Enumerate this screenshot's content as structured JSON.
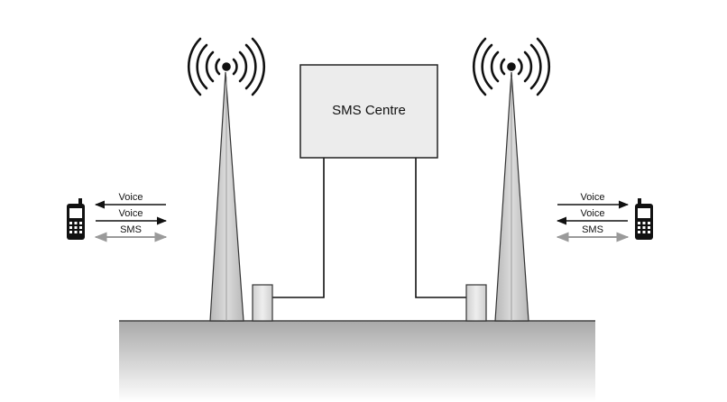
{
  "sms_centre": {
    "label": "SMS Centre"
  },
  "left_arrows": [
    {
      "label": "Voice",
      "direction": "left"
    },
    {
      "label": "Voice",
      "direction": "right"
    },
    {
      "label": "SMS",
      "direction": "both"
    }
  ],
  "right_arrows": [
    {
      "label": "Voice",
      "direction": "right"
    },
    {
      "label": "Voice",
      "direction": "left"
    },
    {
      "label": "SMS",
      "direction": "both"
    }
  ],
  "icons": {
    "left_phone": "mobile-phone-icon",
    "right_phone": "mobile-phone-icon",
    "left_tower": "cell-tower-icon",
    "right_tower": "cell-tower-icon",
    "signal": "radio-waves-icon"
  },
  "colors": {
    "ground_top": "#a9a9a9",
    "ground_bottom": "#ffffff",
    "tower_fill": "#c8c8c8",
    "box_fill": "#ececec",
    "sms_arrow": "#9a9a9a",
    "voice_arrow": "#111111"
  }
}
